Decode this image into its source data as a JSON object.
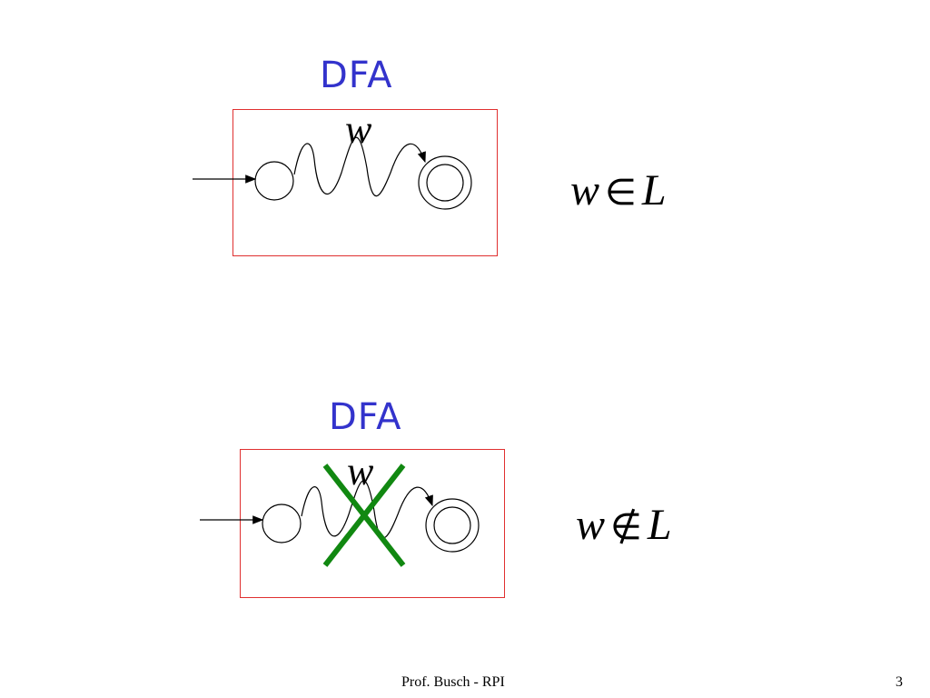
{
  "diagrams": [
    {
      "title": "DFA",
      "string_label": "w",
      "membership": {
        "var": "w",
        "op": "∈",
        "set": "L"
      },
      "rejected": false
    },
    {
      "title": "DFA",
      "string_label": "w",
      "membership": {
        "var": "w",
        "op": "∉",
        "set": "L"
      },
      "rejected": true
    }
  ],
  "footer": {
    "text": "Prof. Busch - RPI",
    "page": "3"
  },
  "colors": {
    "title": "#3333cc",
    "box_border": "#e03030",
    "cross": "#118811"
  }
}
